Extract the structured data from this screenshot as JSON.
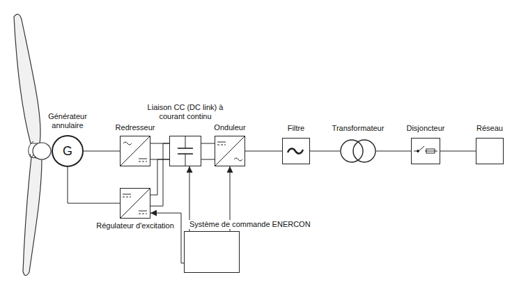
{
  "diagram": {
    "nodes": [
      {
        "text": [
          "Générateur annulaire",
          "G"
        ]
      },
      {
        "text": [
          "Redresseur"
        ]
      },
      {
        "text": [
          "Liaison CC (DC link) à courant continu"
        ]
      },
      {
        "text": [
          "Onduleur"
        ]
      },
      {
        "text": [
          "Filtre"
        ]
      },
      {
        "text": [
          "Transformateur"
        ]
      },
      {
        "text": [
          "Disjoncteur"
        ]
      },
      {
        "text": [
          "Réseau"
        ]
      },
      {
        "text": [
          "Régulateur d'excitation"
        ]
      },
      {
        "text": [
          "Système de commande ENERCON"
        ]
      }
    ],
    "edges": [
      {
        "from": 0,
        "to": 1,
        "arrow": "none"
      },
      {
        "from": 1,
        "to": 2,
        "arrow": "none"
      },
      {
        "from": 2,
        "to": 3,
        "arrow": "none"
      },
      {
        "from": 3,
        "to": 4,
        "arrow": "none"
      },
      {
        "from": 4,
        "to": 5,
        "arrow": "none"
      },
      {
        "from": 5,
        "to": 6,
        "arrow": "none"
      },
      {
        "from": 6,
        "to": 7,
        "arrow": "none"
      },
      {
        "from": 0,
        "to": 8,
        "arrow": "none"
      },
      {
        "from": 8,
        "to": 2,
        "arrow": "none"
      },
      {
        "from": 9,
        "to": 2,
        "arrow": "to"
      },
      {
        "from": 9,
        "to": 3,
        "arrow": "to"
      },
      {
        "from": 9,
        "to": 8,
        "arrow": "to"
      }
    ]
  }
}
